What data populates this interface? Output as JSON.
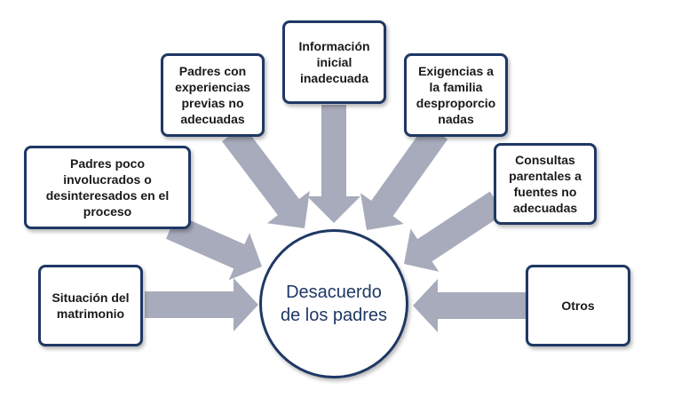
{
  "diagram": {
    "center": "Desacuerdo de los padres",
    "causes": [
      {
        "id": "situacion",
        "label": "Situación del matrimonio"
      },
      {
        "id": "poco-involucrados",
        "label": "Padres poco involucrados o desinteresados en el proceso"
      },
      {
        "id": "experiencias",
        "label": "Padres con experiencias previas no adecuadas"
      },
      {
        "id": "informacion",
        "label": "Información inicial inadecuada"
      },
      {
        "id": "exigencias",
        "label": "Exigencias a la familia desproporcio nadas"
      },
      {
        "id": "consultas",
        "label": "Consultas parentales a fuentes no adecuadas"
      },
      {
        "id": "otros",
        "label": "Otros"
      }
    ]
  },
  "colors": {
    "box_border": "#1f3864",
    "arrow_fill": "#a7abbb",
    "center_text": "#1f3864"
  }
}
